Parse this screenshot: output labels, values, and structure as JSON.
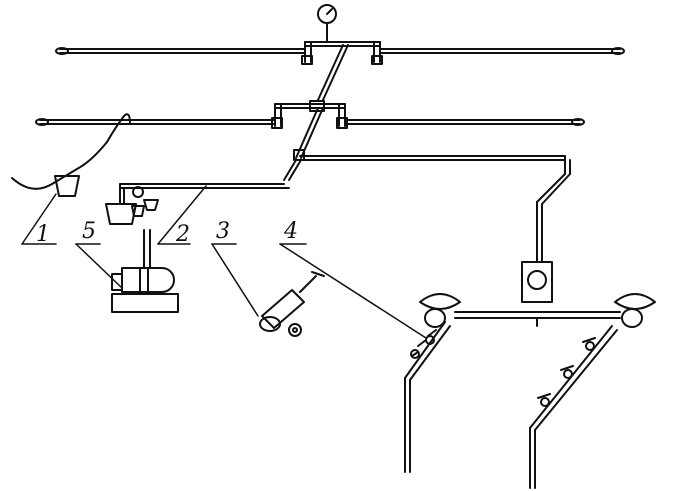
{
  "labels": {
    "one": "1",
    "two": "2",
    "three": "3",
    "four": "4",
    "five": "5"
  },
  "colors": {
    "stroke": "#111111",
    "background": "#ffffff"
  }
}
